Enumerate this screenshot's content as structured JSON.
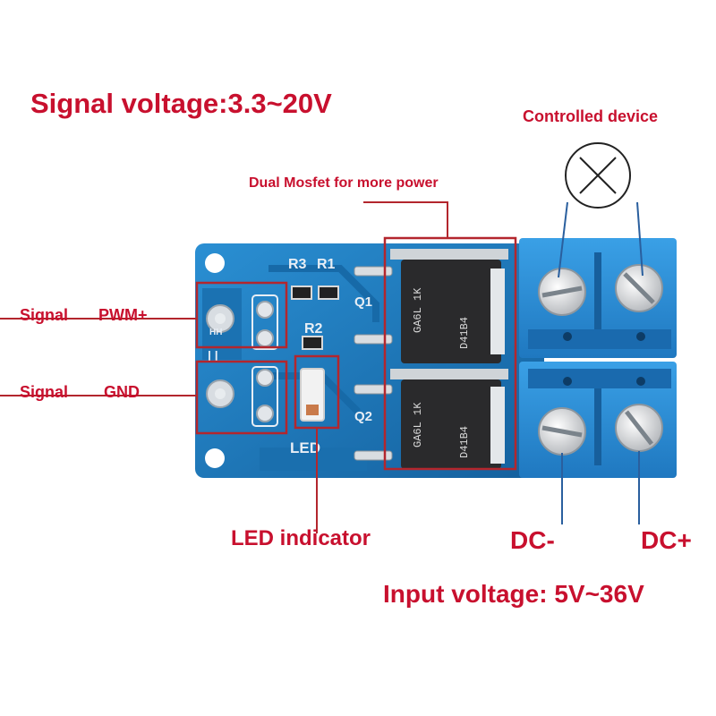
{
  "annotations": {
    "signal_voltage": "Signal voltage:3.3~20V",
    "controlled_device": "Controlled device",
    "dual_mosfet": "Dual Mosfet for more power",
    "signal_pwm_left": "Signal",
    "signal_pwm_right": "PWM+",
    "signal_gnd_left": "Signal",
    "signal_gnd_right": "GND",
    "led_indicator": "LED indicator",
    "dc_minus": "DC-",
    "dc_plus": "DC+",
    "input_voltage": "Input voltage: 5V~36V"
  },
  "silkscreen": {
    "r3": "R3",
    "r1": "R1",
    "r2": "R2",
    "q1": "Q1",
    "q2": "Q2",
    "led": "LED",
    "pad_label": "HH",
    "sep": "| |"
  },
  "chips": {
    "top_line1": "GA6L 1K",
    "top_line2": "D41B4",
    "bottom_line1": "GA6L 1K",
    "bottom_line2": "D41B4"
  },
  "colors": {
    "annotation_red": "#c8102e",
    "pcb_blue": "#1d7bbf",
    "terminal_blue": "#2b8fd6",
    "outline_red": "#b3262d"
  }
}
